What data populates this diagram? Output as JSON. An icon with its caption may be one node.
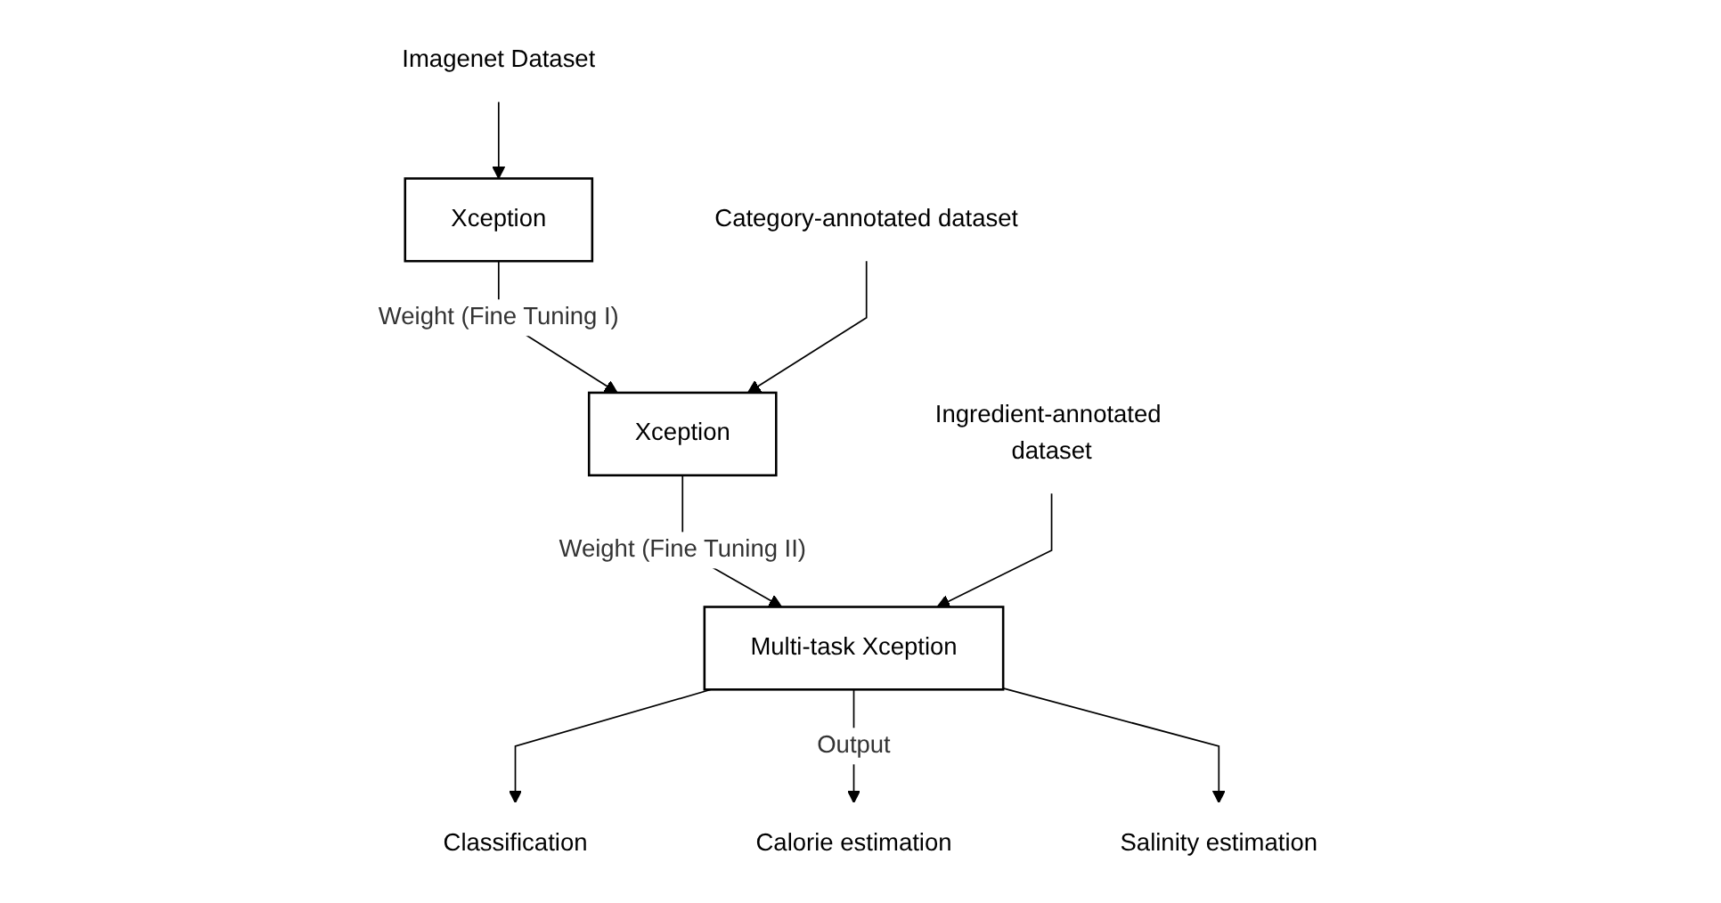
{
  "diagram": {
    "nodes": [
      {
        "text": [
          "Imagenet Dataset"
        ]
      },
      {
        "text": [
          "Xception"
        ]
      },
      {
        "text": [
          "Category-annotated dataset"
        ]
      },
      {
        "text": [
          "Xception"
        ]
      },
      {
        "text": [
          "Ingredient-annotated dataset"
        ]
      },
      {
        "text": [
          "Multi-task Xception"
        ]
      },
      {
        "text": [
          "Classification"
        ]
      },
      {
        "text": [
          "Calorie estimation"
        ]
      },
      {
        "text": [
          "Salinity estimation"
        ]
      }
    ],
    "edges": [
      {
        "from": 0,
        "to": 1,
        "arrow": "to"
      },
      {
        "from": 1,
        "to": 3,
        "arrow": "to",
        "label": "Weight (Fine Tuning I)"
      },
      {
        "from": 2,
        "to": 3,
        "arrow": "to"
      },
      {
        "from": 3,
        "to": 5,
        "arrow": "to",
        "label": "Weight (Fine Tuning II)"
      },
      {
        "from": 4,
        "to": 5,
        "arrow": "to"
      },
      {
        "from": 5,
        "to": 6,
        "arrow": "to"
      },
      {
        "from": 5,
        "to": 7,
        "arrow": "to",
        "label": "Output"
      },
      {
        "from": 5,
        "to": 8,
        "arrow": "to"
      }
    ]
  }
}
